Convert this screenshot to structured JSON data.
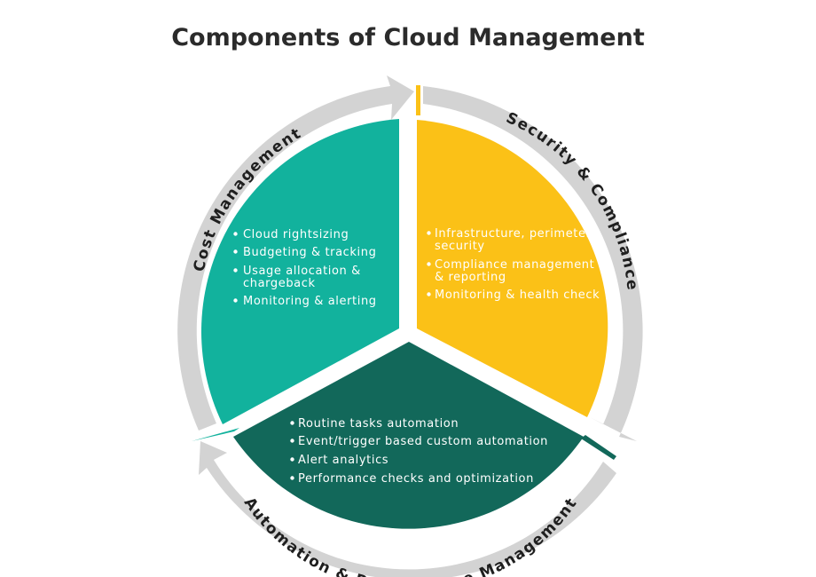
{
  "title": "Components of Cloud Management",
  "colors": {
    "cost": "#12b29d",
    "security": "#fbc117",
    "automation": "#12685a",
    "ring": "#d3d3d3",
    "text": "#2b2b2b"
  },
  "segments": [
    {
      "label": "Cost Management",
      "items": [
        [
          "Cloud rightsizing"
        ],
        [
          "Budgeting & tracking"
        ],
        [
          "Usage allocation &",
          "chargeback"
        ],
        [
          "Monitoring & alerting"
        ]
      ]
    },
    {
      "label": "Security & Compliance",
      "items": [
        [
          "Infrastructure, perimeter",
          "security"
        ],
        [
          "Compliance management",
          "& reporting"
        ],
        [
          "Monitoring & health check"
        ]
      ]
    },
    {
      "label": "Automation & Performance Management",
      "items": [
        [
          "Routine tasks automation"
        ],
        [
          "Event/trigger based custom automation"
        ],
        [
          "Alert analytics"
        ],
        [
          "Performance checks and optimization"
        ]
      ]
    }
  ]
}
